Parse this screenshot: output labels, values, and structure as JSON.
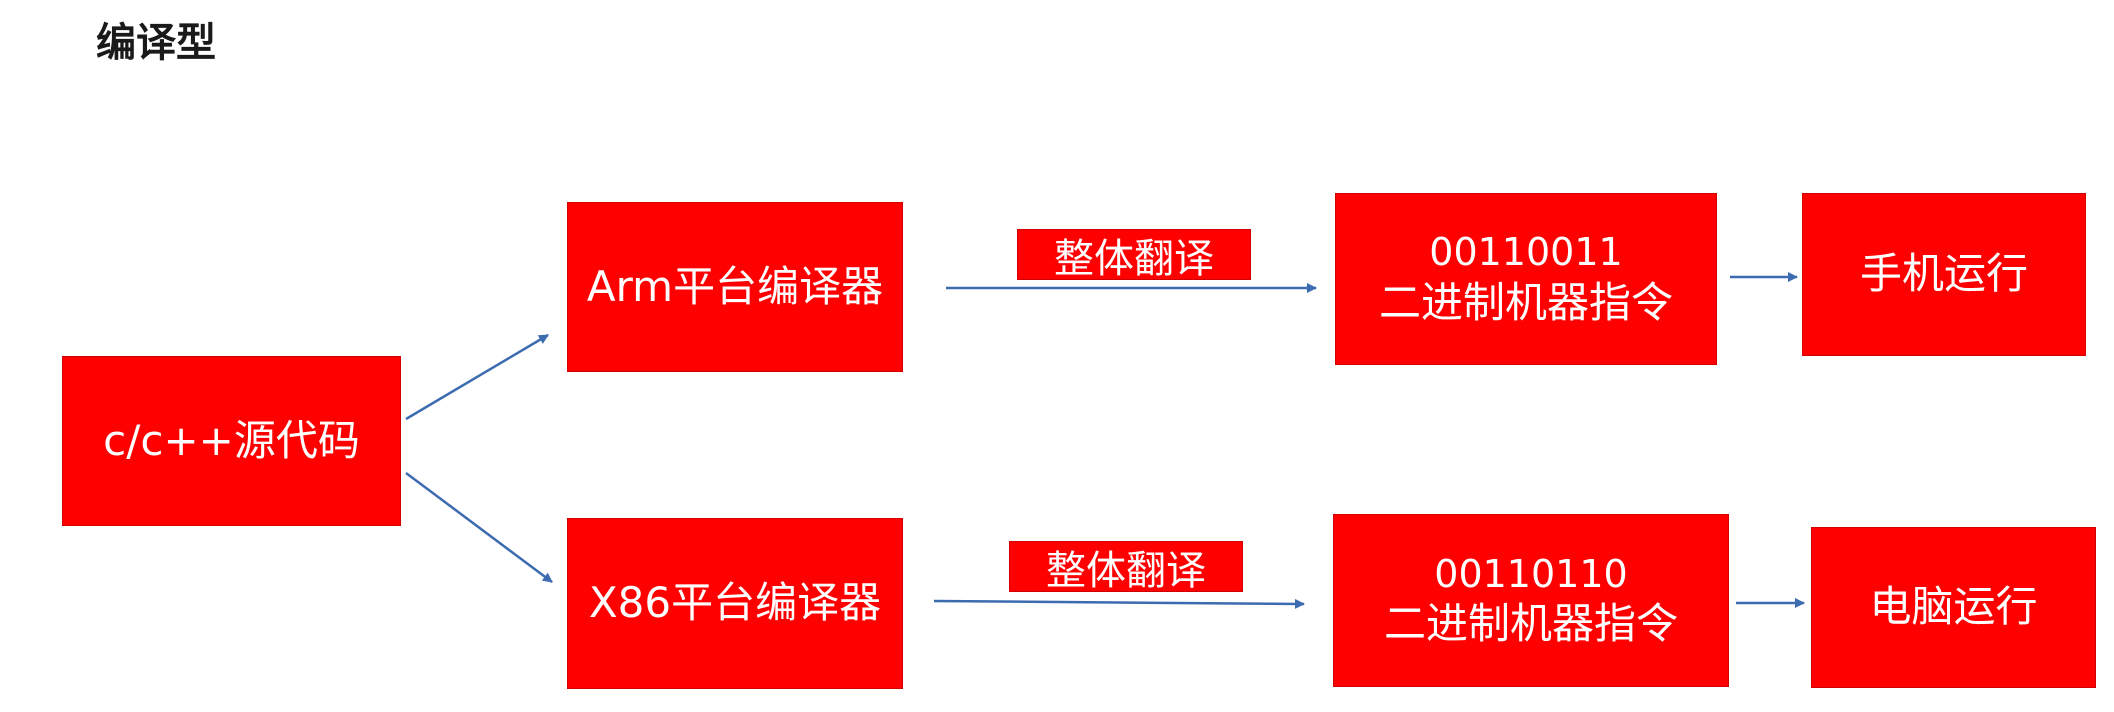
{
  "page": {
    "title": "编译型"
  },
  "nodes": {
    "source": "c/c++源代码",
    "arm_compiler": "Arm平台编译器",
    "x86_compiler": "X86平台编译器",
    "arm_binary": {
      "code": "00110011",
      "desc": "二进制机器指令"
    },
    "x86_binary": {
      "code": "00110110",
      "desc": "二进制机器指令"
    },
    "phone_run": "手机运行",
    "pc_run": "电脑运行"
  },
  "edge_labels": {
    "top": "整体翻译",
    "bottom": "整体翻译"
  },
  "colors": {
    "box_fill": "#ff0000",
    "box_text": "#ffffff",
    "arrow": "#3d6bb0"
  }
}
